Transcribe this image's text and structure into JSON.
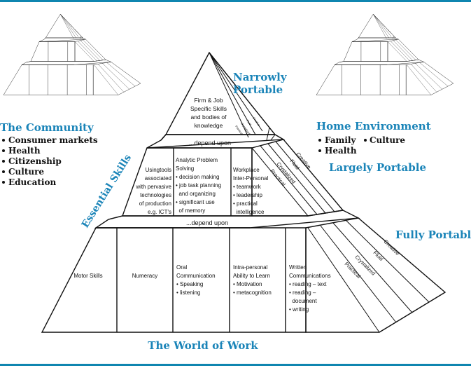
{
  "colors": {
    "accent": "#1a84b8",
    "rule": "#0f86b0",
    "line": "#111111"
  },
  "portability": {
    "narrow": [
      "Narrowly",
      "Portable"
    ],
    "largely": "Largely Portable",
    "fully": "Fully Portable"
  },
  "side_label": "Essential Skills",
  "bottom_title": "The World of Work",
  "community": {
    "title": "The Community",
    "items": [
      "Consumer markets",
      "Health",
      "Citizenship",
      "Culture",
      "Education"
    ]
  },
  "home": {
    "title": "Home Environment",
    "items": [
      "Family",
      "Culture",
      "Health"
    ]
  },
  "pyramid": {
    "top": {
      "lines": [
        "Firm & Job",
        "Specific Skills",
        "and bodies of",
        "knowledge"
      ]
    },
    "depend": "...depend upon",
    "middle": [
      {
        "lines": [
          "Usingtools",
          "associated",
          "with pervasive",
          "technologies",
          "of production",
          "e.g. ICT's"
        ]
      },
      {
        "lines": [
          "Analytic Problem",
          "Solving",
          "• decision making",
          "• job task planning",
          "  and organizing",
          "• significant use",
          "  of memory"
        ]
      },
      {
        "lines": [
          "Workplace",
          "Inter-Personal",
          "• teamwork",
          "• leadership",
          "• practical",
          "  intelligence"
        ]
      }
    ],
    "base": [
      {
        "lines": [
          "Motor Skills"
        ]
      },
      {
        "lines": [
          "Numeracy"
        ]
      },
      {
        "lines": [
          "Oral",
          "Communication",
          "• Speaking",
          "• listening"
        ]
      },
      {
        "lines": [
          "Intra-personal",
          "Ability to Learn",
          "• Motivation",
          "• metacognition"
        ]
      },
      {
        "lines": [
          "Written",
          "Communications",
          "• reading – text",
          "• reading –",
          "  document",
          "• writing"
        ]
      }
    ],
    "intelligences": [
      "Creative",
      "Fluid",
      "Crystalized",
      "Practical"
    ]
  }
}
